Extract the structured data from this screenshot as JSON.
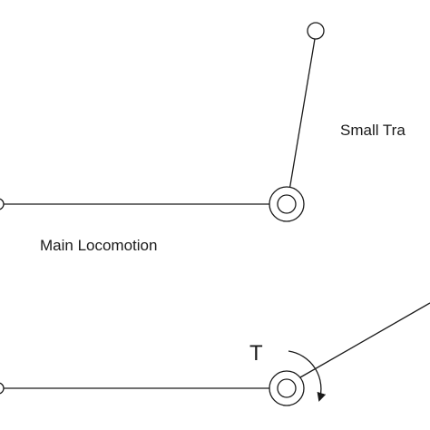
{
  "labels": {
    "small_tra": "Small Tra",
    "main_locomotion": "Main Locomotion",
    "torque": "T"
  },
  "colors": {
    "stroke": "#1a1a1a",
    "background": "#ffffff"
  }
}
